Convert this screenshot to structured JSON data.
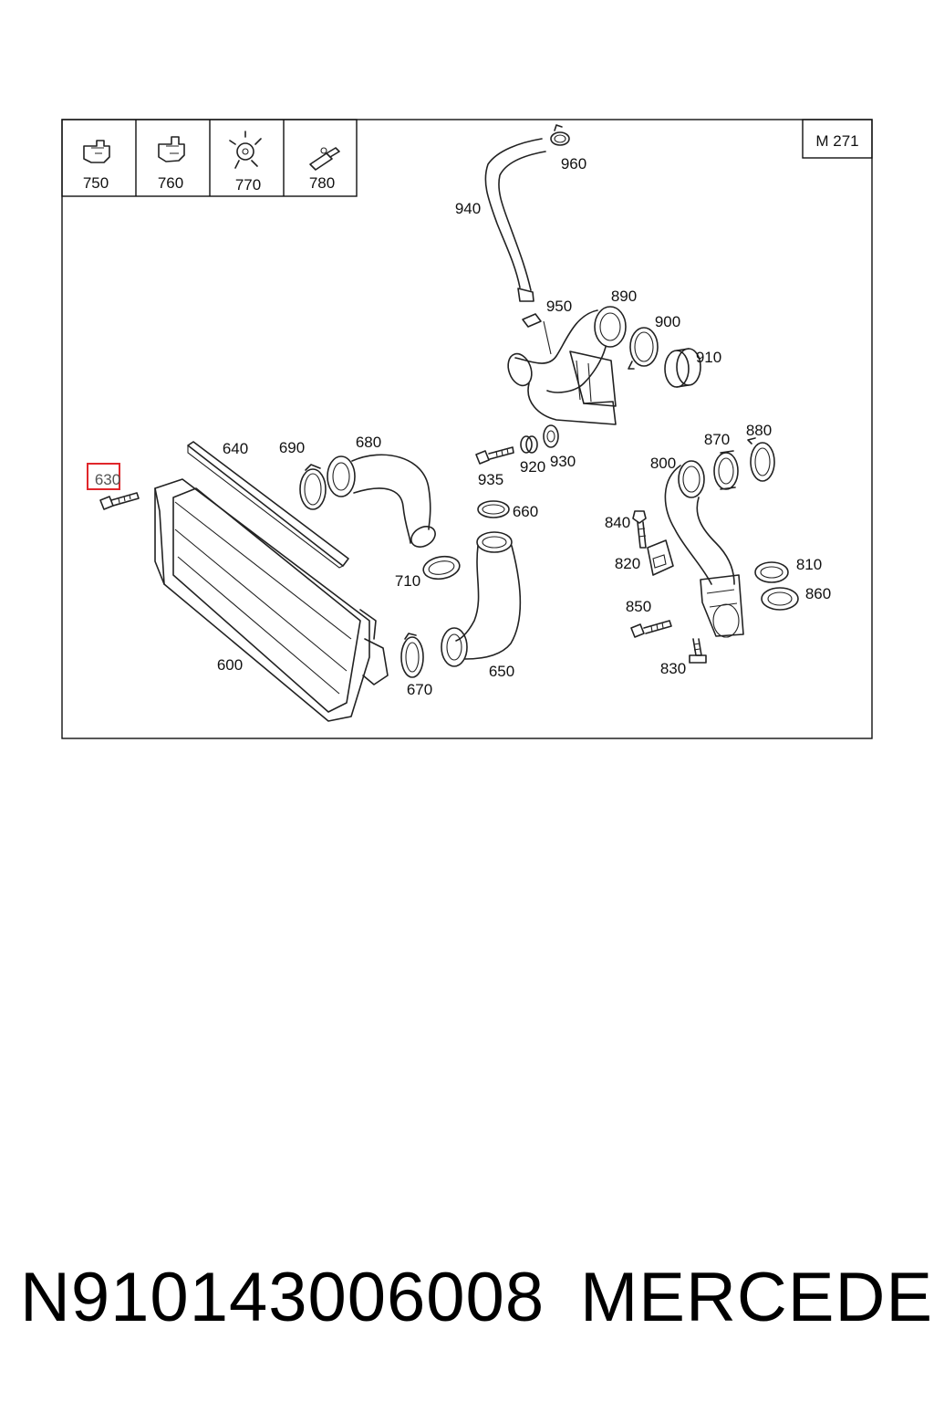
{
  "diagram": {
    "engine_code": "M 271",
    "legend": [
      "750",
      "760",
      "770",
      "780"
    ],
    "callouts": {
      "p600": "600",
      "p630": "630",
      "p640": "640",
      "p650": "650",
      "p660": "660",
      "p670": "670",
      "p680": "680",
      "p690": "690",
      "p710": "710",
      "p800": "800",
      "p810": "810",
      "p820": "820",
      "p830": "830",
      "p840": "840",
      "p850": "850",
      "p860": "860",
      "p870": "870",
      "p880": "880",
      "p890": "890",
      "p900": "900",
      "p910": "910",
      "p920": "920",
      "p930": "930",
      "p935": "935",
      "p940": "940",
      "p950": "950",
      "p960": "960"
    },
    "highlighted_callout": "630",
    "highlight_color": "#e0262b"
  },
  "footer": {
    "part_number": "N910143006008",
    "brand": "MERCEDES"
  }
}
